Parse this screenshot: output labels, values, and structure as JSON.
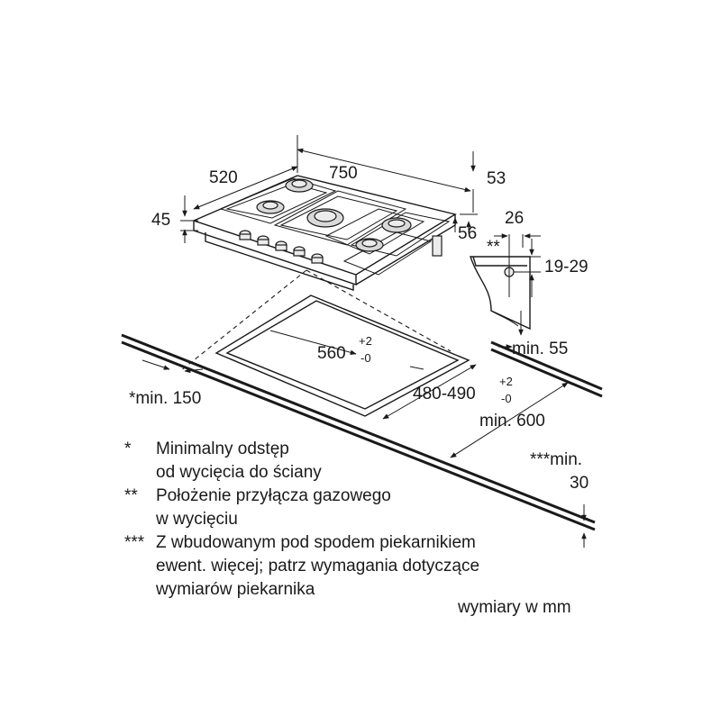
{
  "dimensions": {
    "width": "750",
    "depth": "520",
    "height": "45",
    "right_top": "53",
    "right_side": "56",
    "connector_width": "26",
    "connector_star": "**",
    "connector_height": "19-29",
    "min_55": "min. 55",
    "cutout_width": "560",
    "cutout_width_tol_plus": "+2",
    "cutout_width_tol_minus": "-0",
    "cutout_depth": "480-490",
    "cutout_depth_tol_plus": "+2",
    "cutout_depth_tol_minus": "-0",
    "min_150": "*min. 150",
    "min_600": "min. 600",
    "min_30_a": "***min.",
    "min_30_b": "30"
  },
  "notes": [
    {
      "marker": "*",
      "lines": [
        "Minimalny odstęp",
        "od wycięcia do ściany"
      ]
    },
    {
      "marker": "**",
      "lines": [
        "Położenie przyłącza gazowego",
        "w wycięciu"
      ]
    },
    {
      "marker": "***",
      "lines": [
        "Z wbudowanym pod spodem piekarnikiem",
        "ewent. więcej; patrz wymagania dotyczące",
        "wymiarów piekarnika"
      ]
    }
  ],
  "units_note": "wymiary w mm"
}
